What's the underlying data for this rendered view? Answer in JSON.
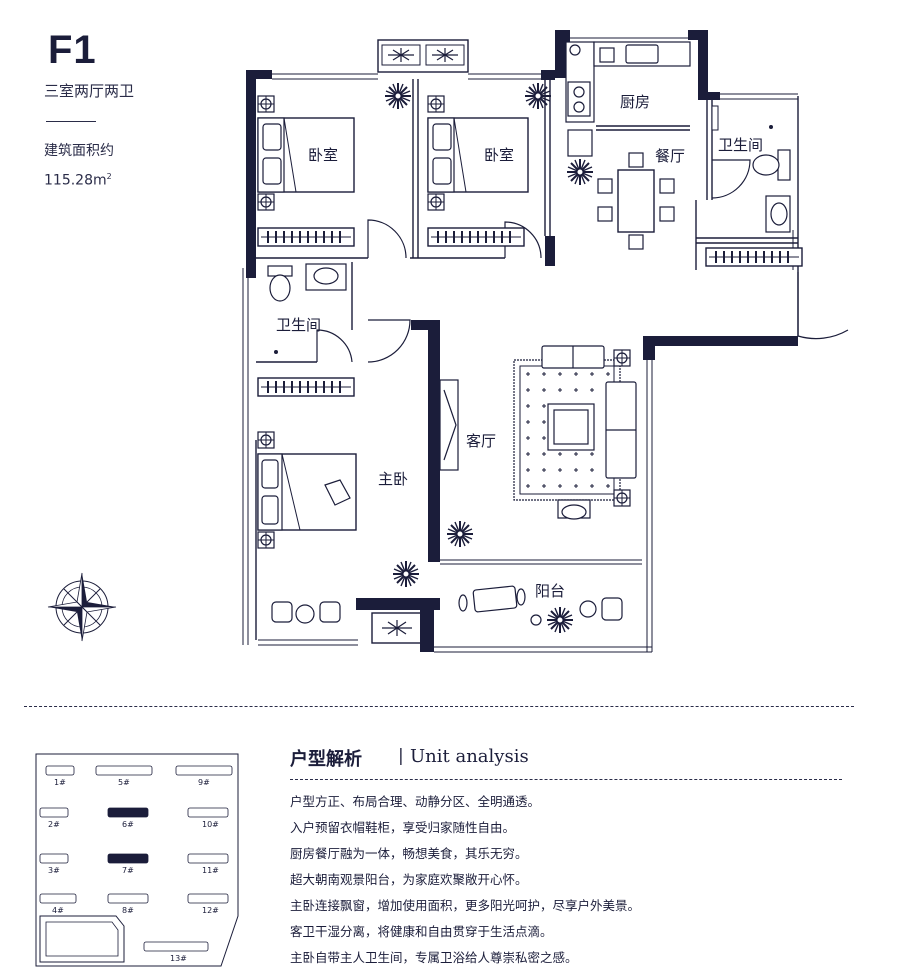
{
  "header": {
    "unit_code": "F1",
    "layout": "三室两厅两卫",
    "area_label": "建筑面积约",
    "area_value": "115.28m",
    "area_unit_sup": "2"
  },
  "rooms": {
    "bedroom_1": "卧室",
    "bedroom_2": "卧室",
    "kitchen": "厨房",
    "dining": "餐厅",
    "bath_right": "卫生间",
    "bath_left": "卫生间",
    "living": "客厅",
    "master": "主卧",
    "balcony": "阳台"
  },
  "analysis": {
    "title": "户型解析",
    "separator": "|",
    "title_en": "Unit analysis",
    "points": [
      "户型方正、布局合理、动静分区、全明通透。",
      "入户预留衣帽鞋柜，享受归家随性自由。",
      "厨房餐厅融为一体，畅想美食，其乐无穷。",
      "超大朝南观景阳台，为家庭欢聚敞开心怀。",
      "主卧连接飘窗，增加使用面积，更多阳光呵护，尽享户外美景。",
      "客卫干湿分离，将健康和自由贯穿于生活点滴。",
      "主卧自带主人卫生间，专属卫浴给人尊崇私密之感。"
    ]
  },
  "site_plan": {
    "buildings": [
      "1#",
      "5#",
      "9#",
      "2#",
      "6#",
      "10#",
      "3#",
      "7#",
      "11#",
      "4#",
      "8#",
      "12#",
      "13#"
    ],
    "highlighted": [
      "6#",
      "7#"
    ]
  },
  "colors": {
    "ink": "#1b1d3a",
    "wall": "#1b1d3a",
    "background": "#ffffff"
  },
  "icons": [
    "compass-rose-icon",
    "plant-icon",
    "bed-icon",
    "sofa-icon",
    "dining-table-icon",
    "toilet-icon",
    "sink-icon",
    "stove-icon",
    "armchair-icon"
  ]
}
